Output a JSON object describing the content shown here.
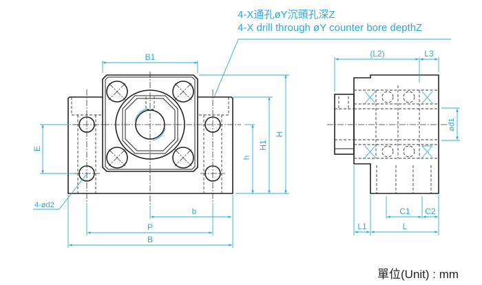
{
  "note": {
    "line_zh": "4-X通孔øY沉頭孔深Z",
    "line_en": "4-X drill through øY counter bore depthZ"
  },
  "front_view": {
    "dims": {
      "B1": "B1",
      "H": "H",
      "H1": "H1",
      "h": "h",
      "E": "E",
      "b": "b",
      "P": "P",
      "B": "B",
      "d2": "4-ød2"
    }
  },
  "side_view": {
    "dims": {
      "L2": "(L2)",
      "L3": "L3",
      "d1": "ød1",
      "C1": "C1",
      "C2": "C2",
      "L1": "L1",
      "L": "L"
    }
  },
  "unit_label": "單位(Unit) : mm",
  "colors": {
    "dimension": "#29a8e0",
    "outline": "#222222"
  }
}
